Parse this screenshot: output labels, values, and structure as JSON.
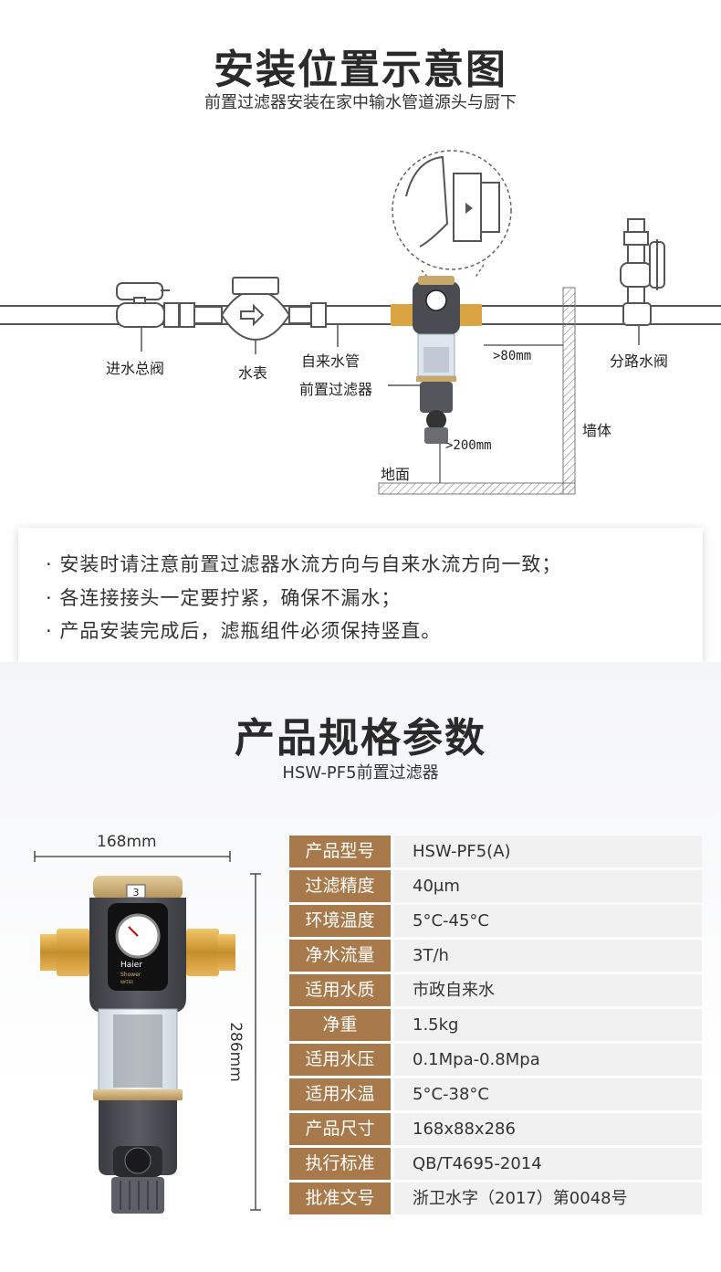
{
  "install": {
    "title": "安装位置示意图",
    "subtitle": "前置过滤器安装在家中输水管道源头与厨下",
    "labels": {
      "main_valve": "进水总阀",
      "water_meter": "水表",
      "tap_pipe": "自来水管",
      "front_filter": "前置过滤器",
      "branch_valve": "分路水阀",
      "wall": "墙体",
      "ground": "地面",
      "dist_wall": ">80mm",
      "dist_ground": ">200mm"
    }
  },
  "notes": [
    "· 安装时请注意前置过滤器水流方向与自来水流方向一致；",
    "· 各连接接头一定要拧紧，确保不漏水；",
    "· 产品安装完成后，滤瓶组件必须保持竖直。"
  ],
  "specs": {
    "title": "产品规格参数",
    "subtitle": "HSW-PF5前置过滤器",
    "width_dim": "168mm",
    "height_dim": "286mm",
    "rows": [
      {
        "key": "产品型号",
        "value": "HSW-PF5(A)"
      },
      {
        "key": "过滤精度",
        "value": "40μm"
      },
      {
        "key": "环境温度",
        "value": "5°C-45°C"
      },
      {
        "key": "净水流量",
        "value": "3T/h"
      },
      {
        "key": "适用水质",
        "value": "市政自来水"
      },
      {
        "key": "净重",
        "value": "1.5kg"
      },
      {
        "key": "适用水压",
        "value": "0.1Mpa-0.8Mpa"
      },
      {
        "key": "适用水温",
        "value": "5°C-38°C"
      },
      {
        "key": "产品尺寸",
        "value": "168x88x286"
      },
      {
        "key": "执行标准",
        "value": "QB/T4695-2014"
      },
      {
        "key": "批准文号",
        "value": "浙卫水字（2017）第0048号"
      }
    ]
  },
  "product": {
    "brand": "Haier",
    "brand_line2": "Shower",
    "brand_line3": "WATER",
    "dial_number": "3"
  },
  "colors": {
    "accent": "#a8794a",
    "dark_body": "#4a4c52",
    "brass": "#d9a441",
    "gold_band": "#c8a86a"
  }
}
